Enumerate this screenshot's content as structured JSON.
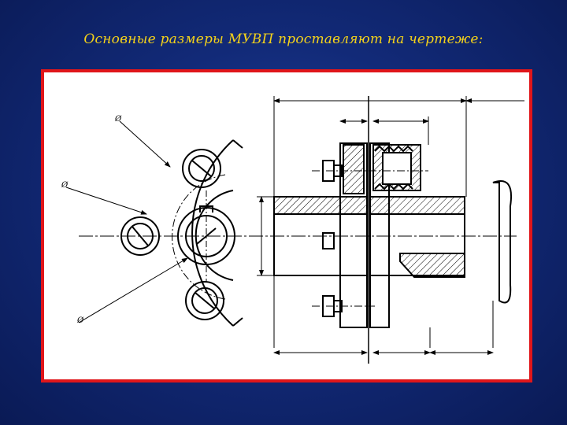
{
  "slide": {
    "title": "Основные размеры МУВП проставляют на чертеже:",
    "colors": {
      "background": "#122a78",
      "title": "#f4d21a",
      "frame_border": "#e0161a",
      "drawing": "#000000"
    }
  },
  "drawing": {
    "leader_labels": [
      "Ø",
      "Ø",
      "Ø"
    ]
  }
}
